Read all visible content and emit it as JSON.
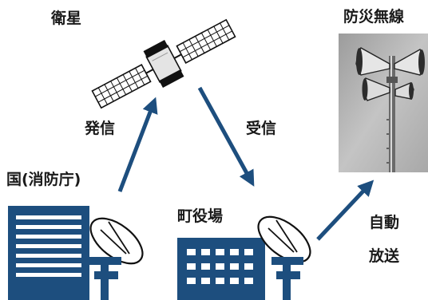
{
  "labels": {
    "satellite": "衛星",
    "disaster_radio": "防災無線",
    "transmit": "発信",
    "receive": "受信",
    "national": "国(消防庁)",
    "town_office": "町役場",
    "auto_line1": "自動",
    "auto_line2": "放送"
  },
  "colors": {
    "arrow": "#1d4e7e",
    "building": "#1d4e7e",
    "building_windows": "#ffffff",
    "satellite_body": "#e8e8e8",
    "satellite_panel": "#ffffff",
    "photo_sky": "#b8b8b8"
  },
  "icons": {
    "satellite": "satellite-icon",
    "national_building": "office-building-icon",
    "town_building": "town-hall-icon",
    "dish": "satellite-dish-icon",
    "siren": "loudspeaker-pole-photo"
  }
}
